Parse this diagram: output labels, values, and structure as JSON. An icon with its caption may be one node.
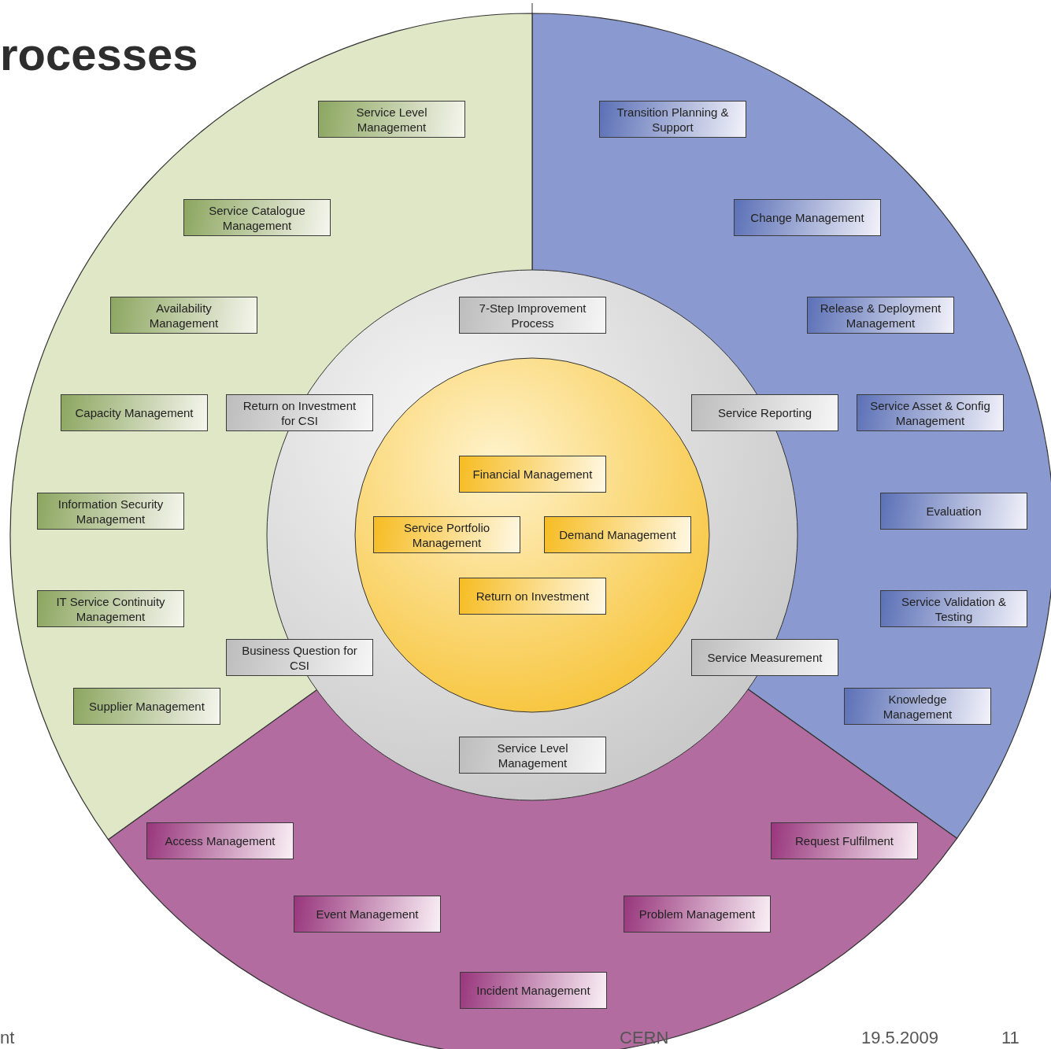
{
  "diagram": {
    "title": "rocesses",
    "nodes": [
      {
        "text": [
          "Service Level Management"
        ]
      },
      {
        "text": [
          "Transition Planning & Support"
        ]
      },
      {
        "text": [
          "Service Catalogue Management"
        ]
      },
      {
        "text": [
          "Change Management"
        ]
      },
      {
        "text": [
          "Availability Management"
        ]
      },
      {
        "text": [
          "7-Step Improvement Process"
        ]
      },
      {
        "text": [
          "Release & Deployment Management"
        ]
      },
      {
        "text": [
          "Capacity Management"
        ]
      },
      {
        "text": [
          "Return on Investment for CSI"
        ]
      },
      {
        "text": [
          "Service Reporting"
        ]
      },
      {
        "text": [
          "Service Asset & Config Management"
        ]
      },
      {
        "text": [
          "Financial Management"
        ]
      },
      {
        "text": [
          "Information Security Management"
        ]
      },
      {
        "text": [
          "Evaluation"
        ]
      },
      {
        "text": [
          "Service Portfolio Management"
        ]
      },
      {
        "text": [
          "Demand Management"
        ]
      },
      {
        "text": [
          "Return on Investment"
        ]
      },
      {
        "text": [
          "IT Service Continuity Management"
        ]
      },
      {
        "text": [
          "Service Validation & Testing"
        ]
      },
      {
        "text": [
          "Business Question for CSI"
        ]
      },
      {
        "text": [
          "Service Measurement"
        ]
      },
      {
        "text": [
          "Supplier Management"
        ]
      },
      {
        "text": [
          "Knowledge Management"
        ]
      },
      {
        "text": [
          "Service Level Management"
        ]
      },
      {
        "text": [
          "Access Management"
        ]
      },
      {
        "text": [
          "Request Fulfilment"
        ]
      },
      {
        "text": [
          "Event Management"
        ]
      },
      {
        "text": [
          "Problem Management"
        ]
      },
      {
        "text": [
          "Incident Management"
        ]
      }
    ],
    "labels": [
      "nt",
      "CERN",
      "19.5.2009",
      "11"
    ]
  }
}
